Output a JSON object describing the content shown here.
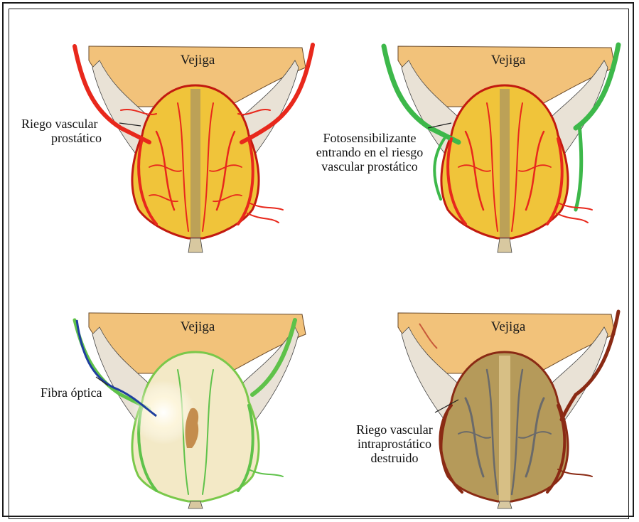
{
  "colors": {
    "frame": "#1a1a1a",
    "bladder": "#f2c27a",
    "gland": "#f0c43a",
    "artery_red": "#e8281c",
    "artery_green": "#3db84a",
    "fiber_blue": "#1f3f9e",
    "destroyed_gland": "#b59a5a",
    "destroyed_vessel": "#8a2a14"
  },
  "panels": [
    {
      "id": "normal",
      "bladder_label": "Vejiga",
      "callout_lines": [
        "Riego vascular",
        "prostático"
      ]
    },
    {
      "id": "photosensitizer",
      "bladder_label": "Vejiga",
      "callout_lines": [
        "Fotosensibilizante",
        "entrando en el riesgo",
        "vascular prostático"
      ]
    },
    {
      "id": "optical-fiber",
      "bladder_label": "Vejiga",
      "callout_lines": [
        "Fibra óptica"
      ]
    },
    {
      "id": "destroyed",
      "bladder_label": "Vejiga",
      "callout_lines": [
        "Riego vascular",
        "intraprostático",
        "destruido"
      ]
    }
  ]
}
